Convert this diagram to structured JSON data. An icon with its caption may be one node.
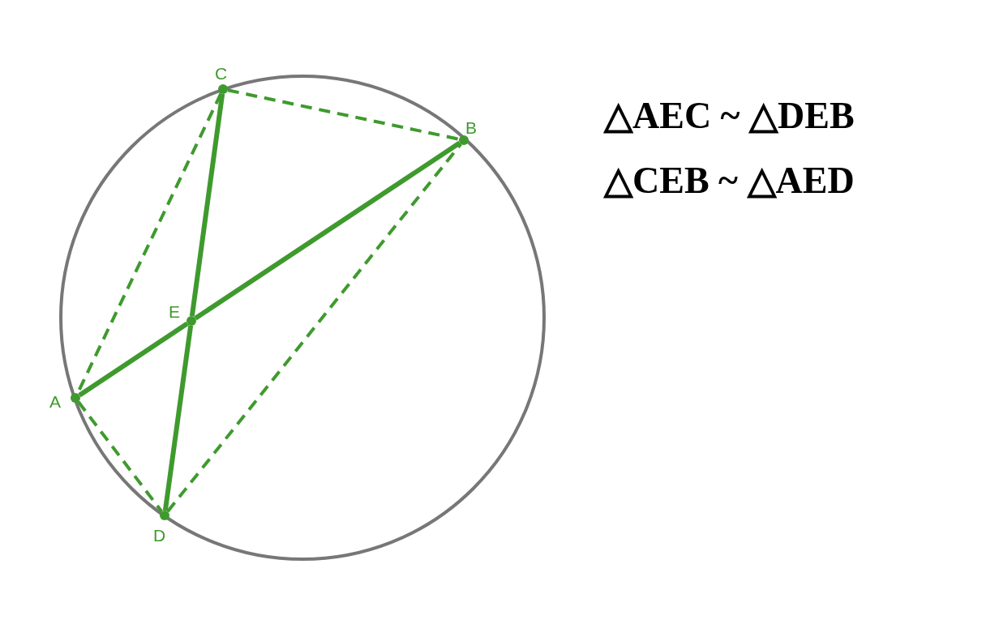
{
  "diagram": {
    "nodes": [
      {
        "text": [
          "C"
        ]
      },
      {
        "text": [
          "B"
        ]
      },
      {
        "text": [
          "E"
        ]
      },
      {
        "text": [
          "A"
        ]
      },
      {
        "text": [
          "D"
        ]
      }
    ],
    "edges": [
      {
        "from": 3,
        "to": 2,
        "arrow": "none"
      },
      {
        "from": 2,
        "to": 1,
        "arrow": "none"
      },
      {
        "from": 0,
        "to": 2,
        "arrow": "none"
      },
      {
        "from": 2,
        "to": 4,
        "arrow": "none"
      },
      {
        "from": 0,
        "to": 1,
        "arrow": "none",
        "style": "dashed"
      },
      {
        "from": 0,
        "to": 3,
        "arrow": "none",
        "style": "dashed"
      },
      {
        "from": 3,
        "to": 4,
        "arrow": "none",
        "style": "dashed"
      },
      {
        "from": 4,
        "to": 1,
        "arrow": "none",
        "style": "dashed"
      }
    ],
    "labels": [
      "△AEC ~ △DEB",
      "△CEB ~ △AED"
    ]
  }
}
